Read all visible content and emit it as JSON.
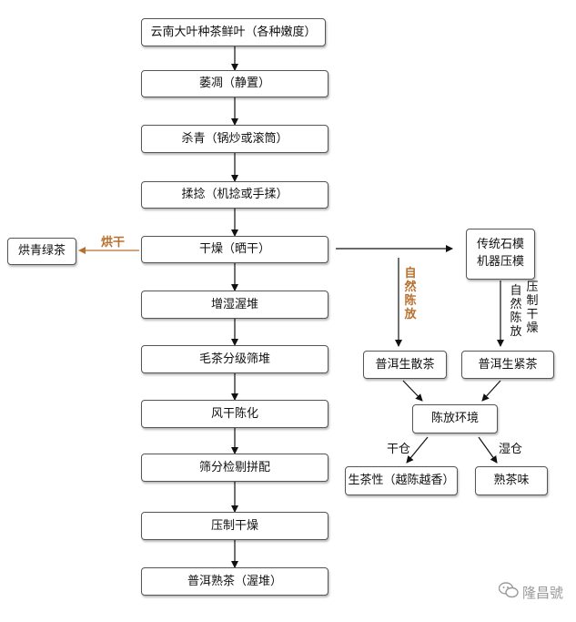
{
  "main_steps": [
    "云南大叶种茶鲜叶（各种嫩度）",
    "萎凋（静置）",
    "杀青（锅炒或滚筒）",
    "揉捻（机捻或手揉）",
    "干燥（晒干）",
    "增湿渥堆",
    "毛茶分级筛堆",
    "风干陈化",
    "筛分检剔拼配",
    "压制干燥",
    "普洱熟茶（渥堆）"
  ],
  "side_left": {
    "label": "烘干",
    "box": "烘青绿茶"
  },
  "right_branch": {
    "mold_box": "传统石模\n机器压模",
    "natural_aging_label": "自然陈放",
    "press_label_col1": "自然陈放",
    "press_label_col2": "压制干燥",
    "loose_box": "普洱生散茶",
    "compressed_box": "普洱生紧茶",
    "aging_env_box": "陈放环境",
    "dry_storage_label": "干仓",
    "wet_storage_label": "湿仓",
    "raw_result_box": "生茶性（越陈越香）",
    "ripe_result_box": "熟茶味"
  },
  "watermark": {
    "text": "隆昌號",
    "icon": "wechat-icon"
  },
  "colors": {
    "accent": "#b86f2e",
    "border": "#555555"
  }
}
